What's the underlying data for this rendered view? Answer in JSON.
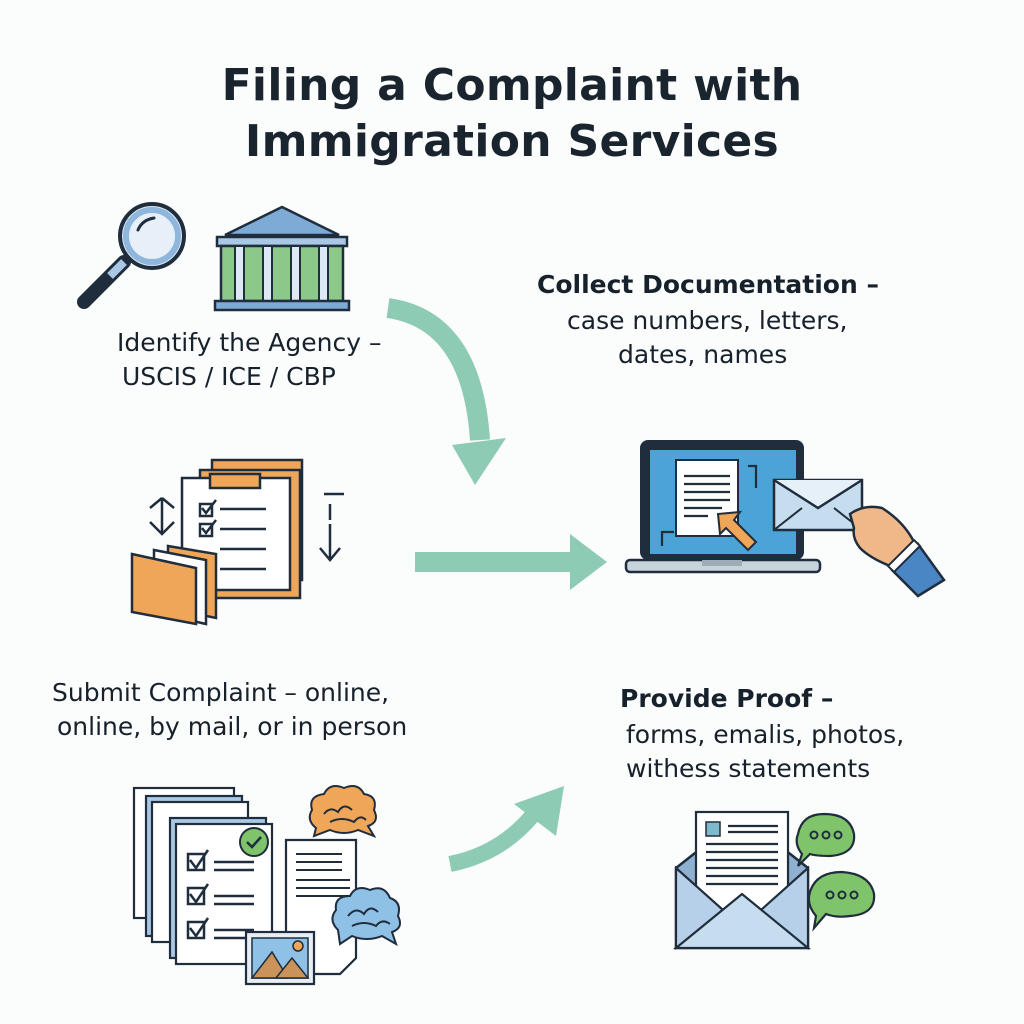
{
  "title": {
    "line1": "Filing a Complaint with",
    "line2": "Immigration Services"
  },
  "steps": [
    {
      "heading": "Identify the Agency –",
      "detail": "USCIS / ICE / CBP",
      "icons": [
        "magnifying-glass-icon",
        "government-building-icon"
      ]
    },
    {
      "heading": "Collect Documentation –",
      "detail_line1": "case numbers, letters,",
      "detail_line2": "dates, names",
      "icons": [
        "clipboard-checklist-icon",
        "folders-icon"
      ]
    },
    {
      "heading": "Submit Complaint – online,",
      "detail": "online, by mail, or in person",
      "icons": [
        "laptop-document-icon",
        "hand-envelope-icon"
      ]
    },
    {
      "heading": "Provide Proof –",
      "detail_line1": "forms, emalis, photos,",
      "detail_line2": "withess statements",
      "icons": [
        "document-stack-icon",
        "photo-icon",
        "open-envelope-icon",
        "chat-bubbles-icon"
      ]
    }
  ],
  "colors": {
    "arrow": "#8ecbb5",
    "navy": "#1f2d3d",
    "blue": "#a9c8e6",
    "screen": "#4ba3d6",
    "green": "#8cc88a",
    "orange": "#f0a658",
    "bubble": "#7fc36a"
  }
}
